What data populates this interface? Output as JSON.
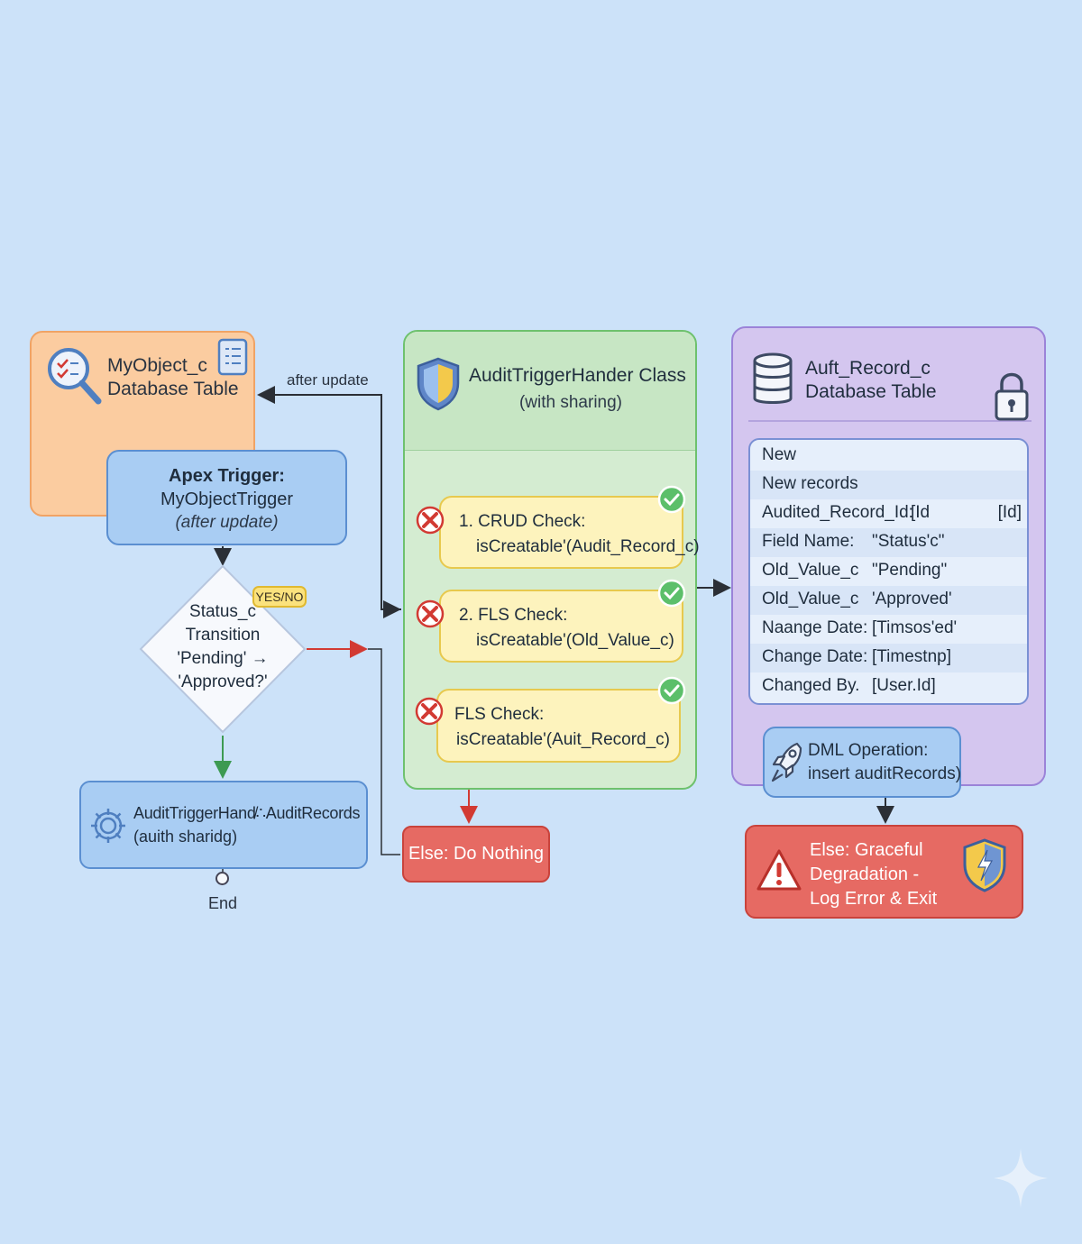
{
  "myobject_table": {
    "line1": "MyObject_c",
    "line2": "Database Table"
  },
  "edge_after_update": "after update",
  "apex_trigger": {
    "line1": "Apex Trigger:",
    "line2": "MyObjectTrigger",
    "line3": "(after update)"
  },
  "decision": {
    "badge": "YES/NO",
    "lines": [
      "Status_c",
      "Transition",
      "'Pending' →",
      "'Approved?'"
    ]
  },
  "handler_node": {
    "line1": "AuditTriggerHand̸∴AuditRecords",
    "line2": "(auith sharidg)"
  },
  "end_label": "End",
  "handler_class": {
    "title": "AuditTriggerHander Class",
    "subtitle": "(with sharing)",
    "checks": [
      {
        "line1": "1. CRUD Check:",
        "line2": "isCreatable'(Audit_Record_c)"
      },
      {
        "line1": "2. FLS Check:",
        "line2": "isCreatable'(Old_Value_c)"
      },
      {
        "line1": "FLS Check:",
        "line2": "isCreatable'(Auit_Record_c)"
      }
    ]
  },
  "else_nothing": "Else: Do Nothing",
  "audit_table": {
    "line1": "Auft_Record_c",
    "line2": "Database Table",
    "rows": [
      {
        "key": "New",
        "value": "",
        "extra": ""
      },
      {
        "key": "New records",
        "value": "",
        "extra": ""
      },
      {
        "key": "Audited_Record_Id:",
        "value": "[Id",
        "extra": "[Id]"
      },
      {
        "key": "Field Name:",
        "value": "\"Status'c\"",
        "extra": ""
      },
      {
        "key": "Old_Value_c",
        "value": "\"Pending\"",
        "extra": ""
      },
      {
        "key": "Old_Value_c",
        "value": "'Approved'",
        "extra": ""
      },
      {
        "key": "Naange Date:",
        "value": "[Timsos'ed'",
        "extra": ""
      },
      {
        "key": "Change Date:",
        "value": "[Timestnp]",
        "extra": ""
      },
      {
        "key": "Changed By.",
        "value": "[User.Id]",
        "extra": ""
      }
    ]
  },
  "dml_operation": {
    "line1": "DML Operation:",
    "line2": "insert auditRecords)"
  },
  "graceful": {
    "line1": "Else: Graceful",
    "line2": "Degradation -",
    "line3": "Log Error & Exit"
  },
  "colors": {
    "background": "#cce2f9",
    "orange": "#fbcca0",
    "blue": "#a9cdf3",
    "green": "#d4ecd1",
    "purple": "#d4c6ef",
    "yellow": "#fdf3bd",
    "red": "#e66a63"
  }
}
